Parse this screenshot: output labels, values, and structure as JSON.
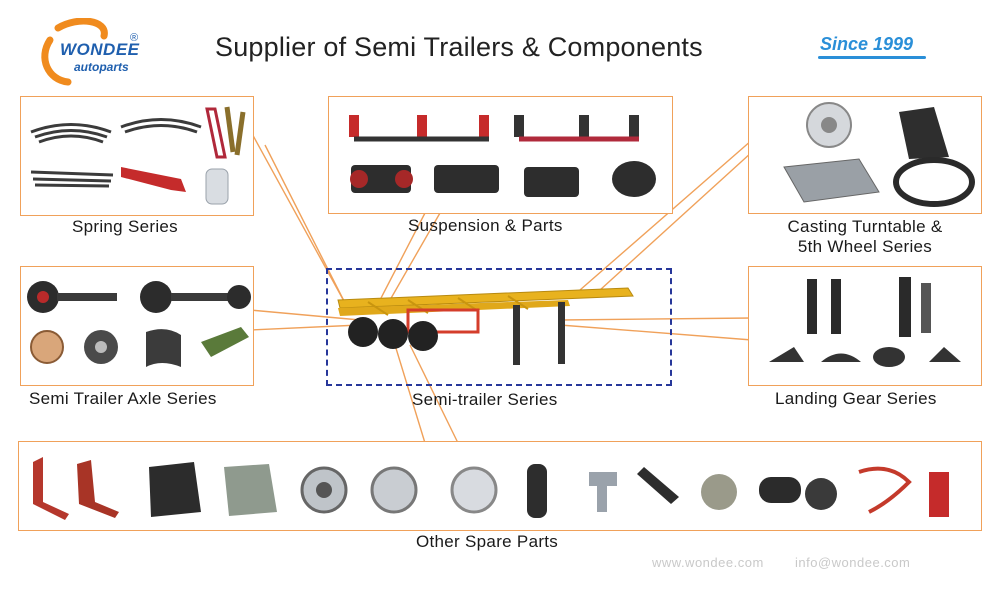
{
  "brand": {
    "name": "WONDEE",
    "sub": "autoparts",
    "reg": "®",
    "logo_color": "#1f5fae",
    "logo_ring_color": "#f08b1e"
  },
  "header": {
    "title": "Supplier of Semi Trailers & Components",
    "since": "Since 1999"
  },
  "categories": {
    "spring": "Spring Series",
    "suspension": "Suspension & Parts",
    "casting_line1": "Casting Turntable &",
    "casting_line2": "5th Wheel Series",
    "axle": "Semi Trailer Axle Series",
    "trailer": "Semi-trailer Series",
    "landing": "Landing Gear Series",
    "other": "Other Spare Parts"
  },
  "footer": {
    "website": "www.wondee.com",
    "email": "info@wondee.com"
  },
  "colors": {
    "accent_orange": "#f0a15a",
    "dash_blue": "#27379a",
    "trailer_yellow": "#e8b21e",
    "since_blue": "#2a8fd8"
  }
}
